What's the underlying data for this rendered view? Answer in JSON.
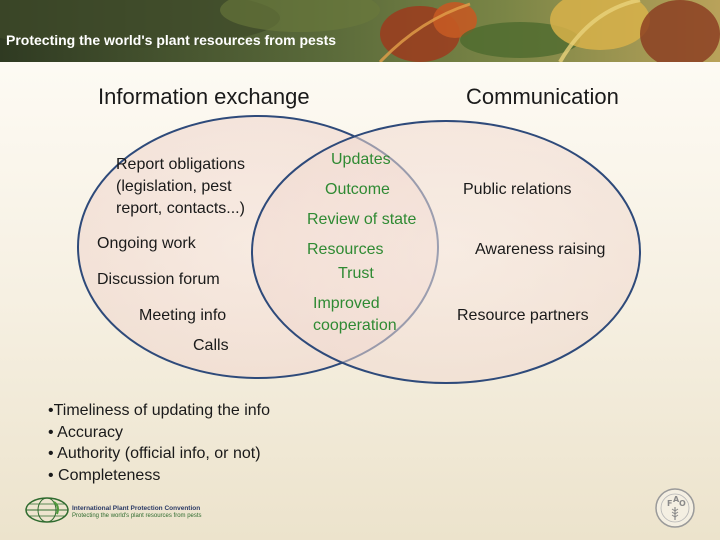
{
  "banner": {
    "title": "Protecting the world's plant resources from pests"
  },
  "headings": {
    "left": "Information exchange",
    "right": "Communication"
  },
  "venn": {
    "left_only": [
      "Report obligations",
      "(legislation, pest",
      "report, contacts...)",
      "Ongoing work",
      "Discussion forum",
      "Meeting info",
      "Calls"
    ],
    "overlap": [
      "Updates",
      "Outcome",
      "Review of state",
      "Resources",
      "Trust",
      "Improved",
      "cooperation"
    ],
    "right_only": [
      "Public relations",
      "Awareness raising",
      "Resource partners"
    ]
  },
  "bullets": [
    "•Timeliness of updating the info",
    "• Accuracy",
    "• Authority (official info, or not)",
    "• Completeness"
  ],
  "footer": {
    "org_name": "International Plant Protection Convention",
    "tagline": "Protecting the world's plant resources from pests",
    "logo_icon": "ippc-globe-icon",
    "fao_icon": "fao-emblem-icon"
  },
  "colors": {
    "circle_stroke": "#2e4a7a",
    "overlap_text": "#2f8a33"
  }
}
